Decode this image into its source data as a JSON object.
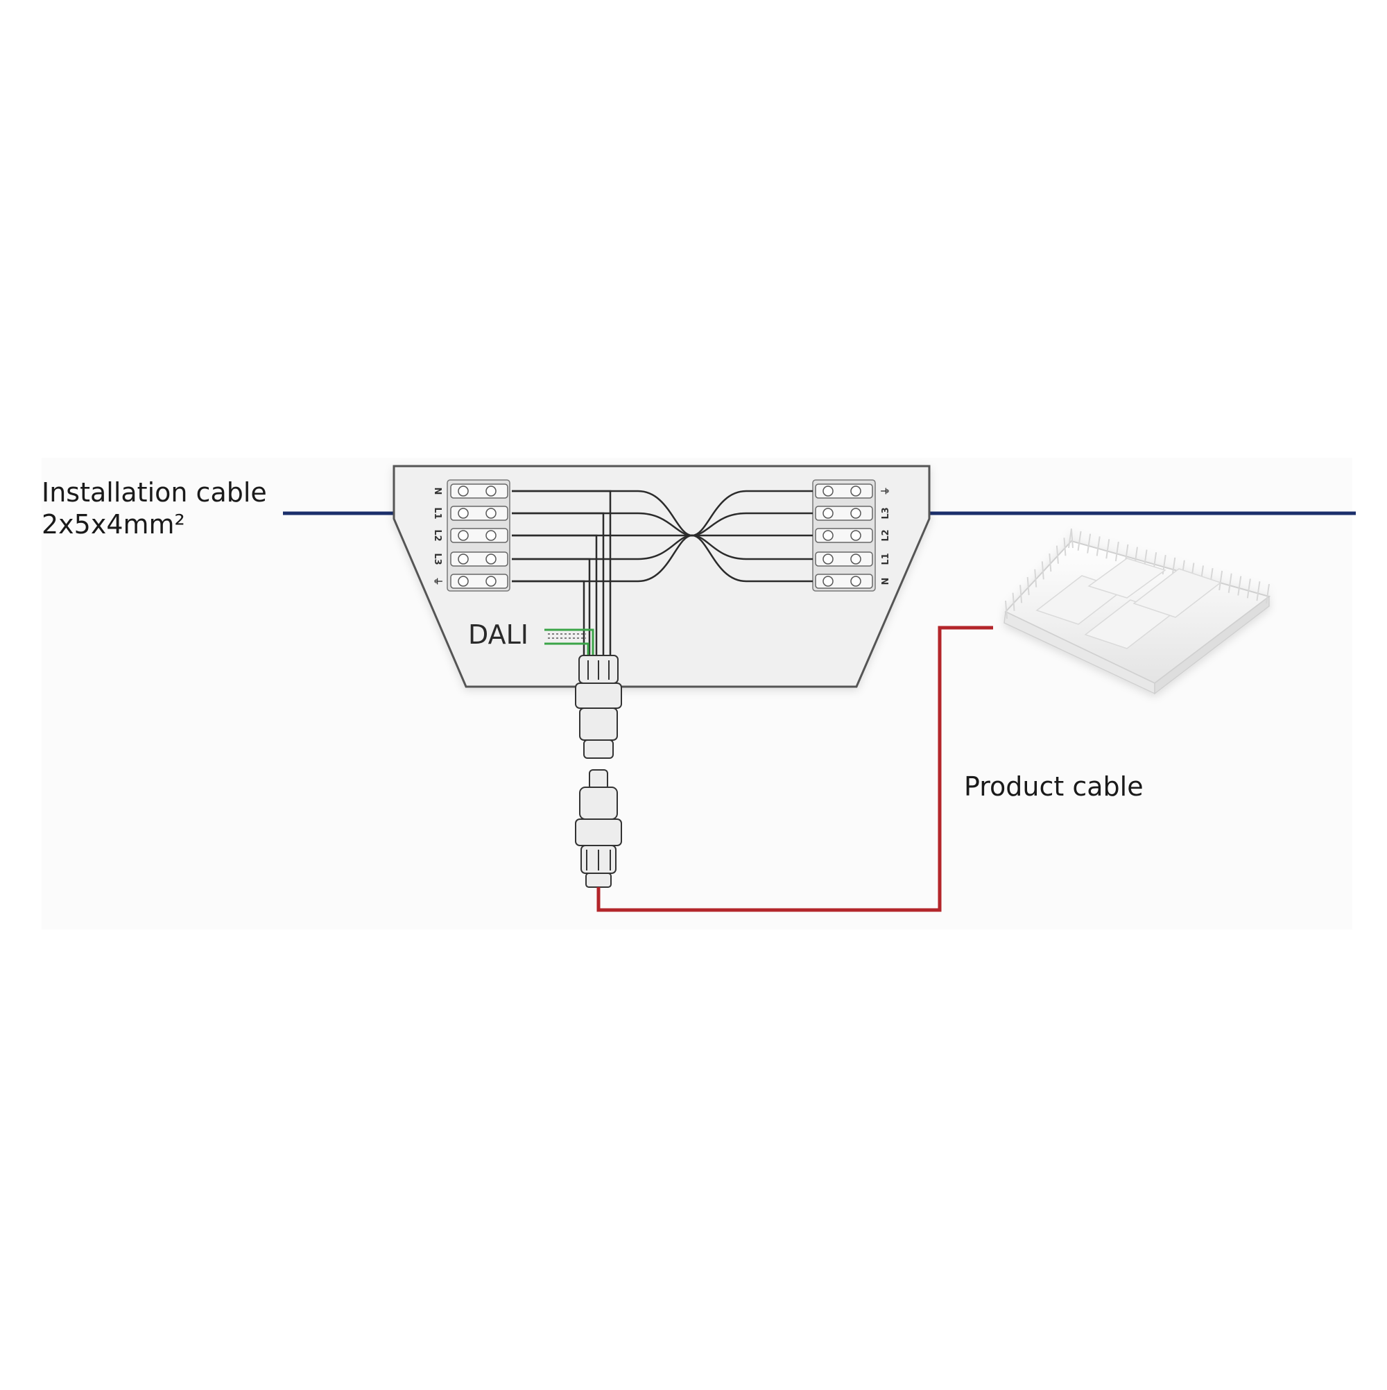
{
  "labels": {
    "installation_cable_line1": "Installation cable",
    "installation_cable_line2": "2x5x4mm²",
    "product_cable": "Product cable",
    "dali": "DALI"
  },
  "terminals_left": [
    "N",
    "L1",
    "L2",
    "L3",
    "⏚"
  ],
  "terminals_right": [
    "⏚",
    "L3",
    "L2",
    "L1",
    "N"
  ],
  "colors": {
    "installation_cable": "#1b2f6b",
    "product_cable": "#b3252a",
    "dali_wire": "#3aa447",
    "box_fill": "#f0f0f0",
    "box_stroke": "#555555"
  }
}
